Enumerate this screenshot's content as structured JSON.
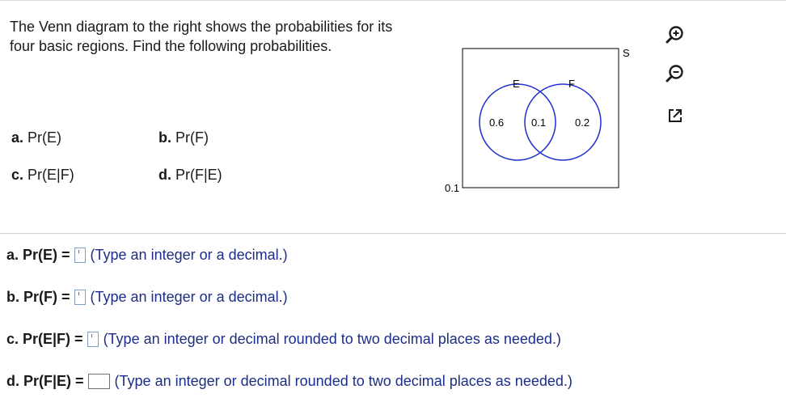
{
  "question": {
    "prompt": "The Venn diagram to the right shows the probabilities for its four basic regions. Find the following probabilities.",
    "parts": {
      "a": {
        "letter": "a.",
        "expr": " Pr(E)"
      },
      "b": {
        "letter": "b.",
        "expr": " Pr(F)"
      },
      "c": {
        "letter": "c.",
        "expr": " Pr(E|F)"
      },
      "d": {
        "letter": "d.",
        "expr": " Pr(F|E)"
      }
    }
  },
  "venn": {
    "universe_label": "S",
    "set_e_label": "E",
    "set_f_label": "F",
    "e_only": "0.6",
    "both": "0.1",
    "f_only": "0.2",
    "outside": "0.1",
    "circle_color": "#1f2fd0"
  },
  "toolbar": {
    "zoom_in": "zoom-in-icon",
    "zoom_out": "zoom-out-icon",
    "popout": "popout-icon"
  },
  "answers": [
    {
      "lbl": "a. Pr(E) =",
      "value": "",
      "hint": "(Type an integer or a decimal.)"
    },
    {
      "lbl": "b. Pr(F) =",
      "value": "",
      "hint": "(Type an integer or a decimal.)"
    },
    {
      "lbl": "c. Pr(E|F) =",
      "value": "",
      "hint": "(Type an integer or decimal rounded to two decimal places as needed.)"
    },
    {
      "lbl": "d. Pr(F|E) =",
      "value": "",
      "hint": "(Type an integer or decimal rounded to two decimal places as needed.)"
    }
  ]
}
